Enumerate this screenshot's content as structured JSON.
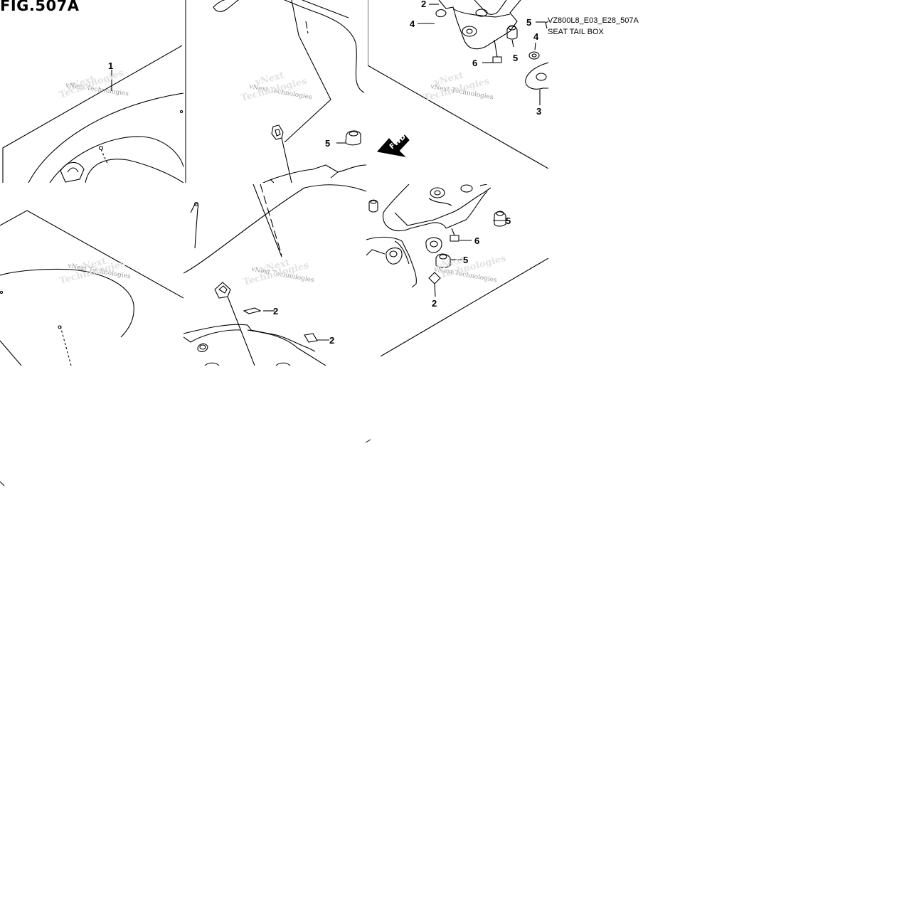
{
  "figure": {
    "title": "FIG.507A",
    "code": "VZ800L8_E03_E28_507A",
    "name": "SEAT TAIL BOX"
  },
  "watermark": "vNext Technologies",
  "direction": "FWD",
  "callouts": {
    "t1_1": "1",
    "t3_2": "2",
    "t3_4a": "4",
    "t3_6": "6",
    "t3_5a": "5",
    "t3_5b": "5",
    "t3_4b": "4",
    "t3_3": "3",
    "t2_5": "5",
    "t5_2a": "2",
    "t5_2b": "2",
    "t6_5a": "5",
    "t6_6": "6",
    "t6_5b": "5",
    "t6_2": "2"
  }
}
